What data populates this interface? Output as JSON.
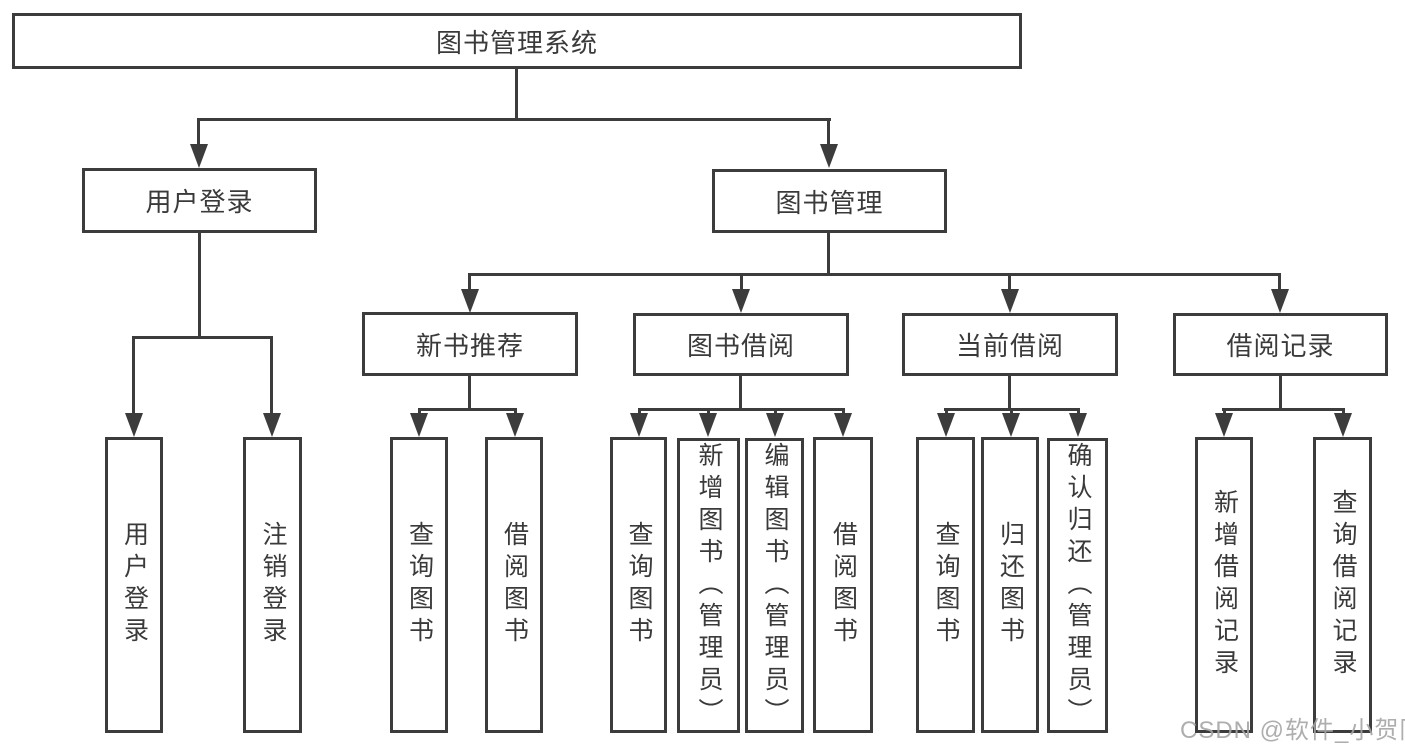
{
  "colors": {
    "line": "#3c3c3c",
    "text": "#3a3a3a",
    "watermark": "#a5a5a5",
    "background": "#ffffff"
  },
  "watermark": {
    "text": "CSDN @软件_小贺同学"
  },
  "tree": {
    "root": {
      "label": "图书管理系统"
    },
    "branches": [
      {
        "label": "用户登录",
        "children": [
          {
            "label": "用户登录"
          },
          {
            "label": "注销登录"
          }
        ]
      },
      {
        "label": "图书管理",
        "children": [
          {
            "label": "新书推荐",
            "children": [
              {
                "label": "查询图书"
              },
              {
                "label": "借阅图书"
              }
            ]
          },
          {
            "label": "图书借阅",
            "children": [
              {
                "label": "查询图书"
              },
              {
                "label": "新增图书（管理员）"
              },
              {
                "label": "编辑图书（管理员）"
              },
              {
                "label": "借阅图书"
              }
            ]
          },
          {
            "label": "当前借阅",
            "children": [
              {
                "label": "查询图书"
              },
              {
                "label": "归还图书"
              },
              {
                "label": "确认归还（管理员）"
              }
            ]
          },
          {
            "label": "借阅记录",
            "children": [
              {
                "label": "新增借阅记录"
              },
              {
                "label": "查询借阅记录"
              }
            ]
          }
        ]
      }
    ]
  }
}
